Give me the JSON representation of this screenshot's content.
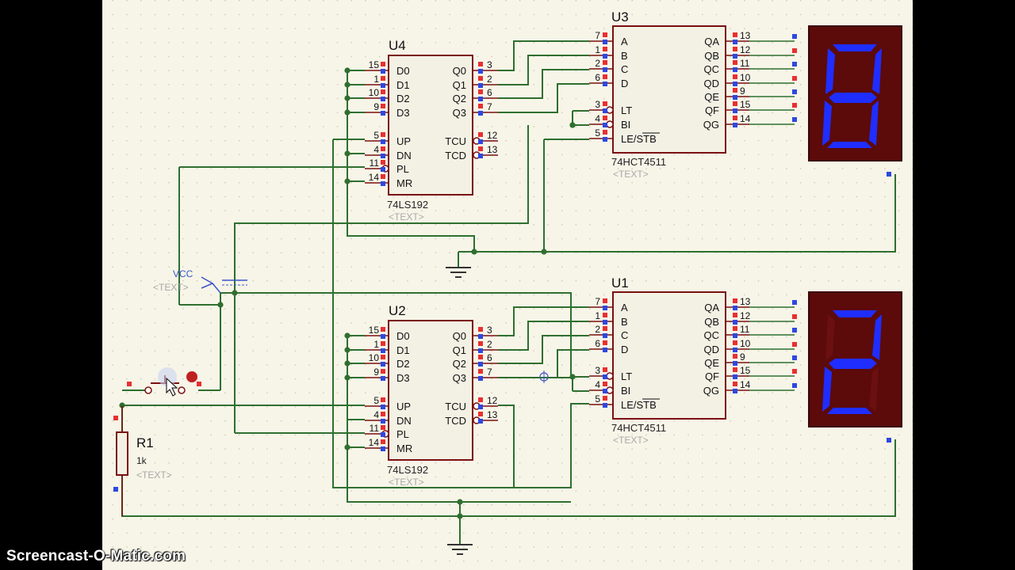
{
  "watermark": "Screencast-O-Matic.com",
  "colors": {
    "canvas": "#f7f5e8",
    "grid_dot": "#c9c7b4",
    "wire": "#2f6f2f",
    "body_border": "#7a1010",
    "body_fill": "#f3f1e4",
    "pin_red": "#e83030",
    "pin_blue": "#2d48e0",
    "seg_on": "#1f2eff",
    "seg_off": "#6a1010",
    "display_bg": "#5c0a0a",
    "text_placeholder": "#a8a8a8",
    "vcc_blue": "#3b55c8"
  },
  "counters": [
    {
      "name": "U4",
      "part": "74LS192",
      "text_tag": "<TEXT>",
      "left_pins": [
        {
          "num": "15",
          "name": "D0"
        },
        {
          "num": "1",
          "name": "D1"
        },
        {
          "num": "10",
          "name": "D2"
        },
        {
          "num": "9",
          "name": "D3"
        },
        {
          "num": "5",
          "name": "UP"
        },
        {
          "num": "4",
          "name": "DN"
        },
        {
          "num": "11",
          "name": "PL"
        },
        {
          "num": "14",
          "name": "MR"
        }
      ],
      "right_pins": [
        {
          "num": "3",
          "name": "Q0"
        },
        {
          "num": "2",
          "name": "Q1"
        },
        {
          "num": "6",
          "name": "Q2"
        },
        {
          "num": "7",
          "name": "Q3"
        },
        {
          "num": "12",
          "name": "TCU"
        },
        {
          "num": "13",
          "name": "TCD"
        }
      ]
    },
    {
      "name": "U2",
      "part": "74LS192",
      "text_tag": "<TEXT>",
      "left_pins": [
        {
          "num": "15",
          "name": "D0"
        },
        {
          "num": "1",
          "name": "D1"
        },
        {
          "num": "10",
          "name": "D2"
        },
        {
          "num": "9",
          "name": "D3"
        },
        {
          "num": "5",
          "name": "UP"
        },
        {
          "num": "4",
          "name": "DN"
        },
        {
          "num": "11",
          "name": "PL"
        },
        {
          "num": "14",
          "name": "MR"
        }
      ],
      "right_pins": [
        {
          "num": "3",
          "name": "Q0"
        },
        {
          "num": "2",
          "name": "Q1"
        },
        {
          "num": "6",
          "name": "Q2"
        },
        {
          "num": "7",
          "name": "Q3"
        },
        {
          "num": "12",
          "name": "TCU"
        },
        {
          "num": "13",
          "name": "TCD"
        }
      ]
    }
  ],
  "decoders": [
    {
      "name": "U3",
      "part": "74HCT4511",
      "text_tag": "<TEXT>",
      "left_pins": [
        {
          "num": "7",
          "name": "A"
        },
        {
          "num": "1",
          "name": "B"
        },
        {
          "num": "2",
          "name": "C"
        },
        {
          "num": "6",
          "name": "D"
        },
        {
          "num": "3",
          "name": "LT"
        },
        {
          "num": "4",
          "name": "BI"
        },
        {
          "num": "5",
          "name": "LE/STB"
        }
      ],
      "right_pins": [
        {
          "num": "13",
          "name": "QA"
        },
        {
          "num": "12",
          "name": "QB"
        },
        {
          "num": "11",
          "name": "QC"
        },
        {
          "num": "10",
          "name": "QD"
        },
        {
          "num": "9",
          "name": "QE"
        },
        {
          "num": "15",
          "name": "QF"
        },
        {
          "num": "14",
          "name": "QG"
        }
      ]
    },
    {
      "name": "U1",
      "part": "74HCT4511",
      "text_tag": "<TEXT>",
      "left_pins": [
        {
          "num": "7",
          "name": "A"
        },
        {
          "num": "1",
          "name": "B"
        },
        {
          "num": "2",
          "name": "C"
        },
        {
          "num": "6",
          "name": "D"
        },
        {
          "num": "3",
          "name": "LT"
        },
        {
          "num": "4",
          "name": "BI"
        },
        {
          "num": "5",
          "name": "LE/STB"
        }
      ],
      "right_pins": [
        {
          "num": "13",
          "name": "QA"
        },
        {
          "num": "12",
          "name": "QB"
        },
        {
          "num": "11",
          "name": "QC"
        },
        {
          "num": "10",
          "name": "QD"
        },
        {
          "num": "9",
          "name": "QE"
        },
        {
          "num": "15",
          "name": "QF"
        },
        {
          "num": "14",
          "name": "QG"
        }
      ]
    }
  ],
  "displays": [
    {
      "segments_on": [
        "a",
        "b",
        "c",
        "d",
        "e",
        "f",
        "g"
      ],
      "digit": "8"
    },
    {
      "segments_on": [
        "a",
        "b",
        "g",
        "e",
        "d"
      ],
      "digit": "2"
    }
  ],
  "resistor": {
    "name": "R1",
    "value": "1k",
    "text_tag": "<TEXT>"
  },
  "power": {
    "label": "VCC",
    "text_tag": "<TEXT>"
  }
}
